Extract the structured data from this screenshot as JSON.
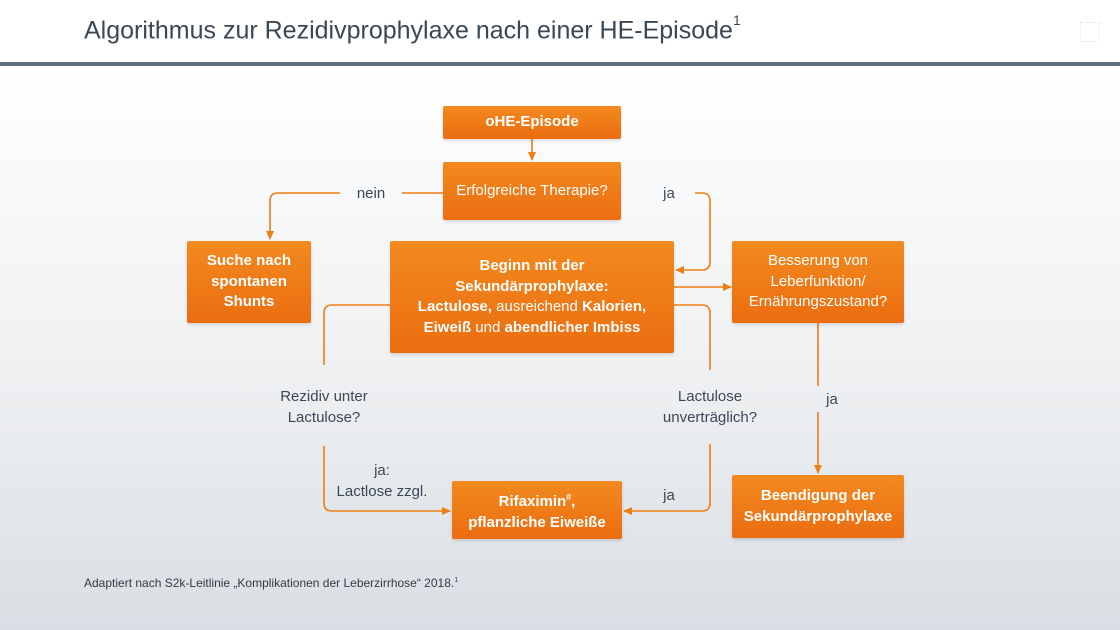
{
  "header": {
    "title": "Algorithmus zur Rezidivprophylaxe nach einer HE-Episode",
    "title_ref": "1"
  },
  "flowchart": {
    "nodes": {
      "ohe_episode": "oHE-Episode",
      "therapy_success": "Erfolgreiche Therapie?",
      "shunts": [
        "Suche nach",
        "spontanen",
        "Shunts"
      ],
      "secondary_start": {
        "line1": "Beginn mit der",
        "line2": "Sekundärprophylaxe:",
        "line3_a": "Lactulose,",
        "line3_b": " ausreichend ",
        "line3_c": "Kalorien,",
        "line4_a": "Eiweiß",
        "line4_b": " und ",
        "line4_c": "abendlicher Imbiss"
      },
      "improvement": [
        "Besserung von",
        "Leberfunktion/",
        "Ernährungszustand?"
      ],
      "rifaximin": {
        "line1": "Rifaximin",
        "line1_mark": "#",
        "line1_end": ",",
        "line2": "pflanzliche Eiweiße"
      },
      "end_prophylaxis": [
        "Beendigung der",
        "Sekundärprophylaxe"
      ]
    },
    "edge_labels": {
      "nein": "nein",
      "ja_top": "ja",
      "relapse": [
        "Rezidiv unter",
        "Lactulose?"
      ],
      "relapse_yes": [
        "ja:",
        "Lactlose zzgl."
      ],
      "intolerant": [
        "Lactulose",
        "unverträglich?"
      ],
      "ja_bottom": "ja",
      "ja_right": "ja"
    }
  },
  "footnote": {
    "text": "Adaptiert nach S2k-Leitlinie „Komplikationen der Leberzirrhose“ 2018.",
    "ref": "1"
  },
  "colors": {
    "accent": "#ee7d16",
    "header_rule": "#5f6e7b",
    "text": "#3a4856"
  }
}
